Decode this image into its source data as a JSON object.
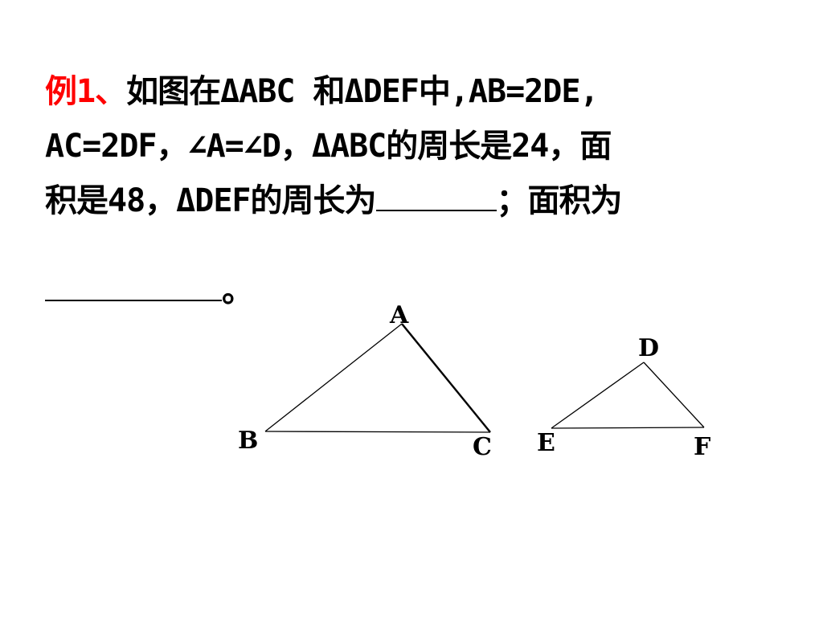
{
  "problem": {
    "label": "例1、",
    "line1": "如图在ΔABC 和ΔDEF中,AB=2DE,",
    "line2": "AC=2DF，∠A=∠D，ΔABC的周长是24，面",
    "line3_a": "积是48，ΔDEF的周长为",
    "line3_b": "；面积为",
    "line4_end": "。"
  },
  "figure": {
    "triangle_abc": {
      "A": "A",
      "B": "B",
      "C": "C"
    },
    "triangle_def": {
      "D": "D",
      "E": "E",
      "F": "F"
    }
  },
  "colors": {
    "label": "#ff0000",
    "text": "#000000",
    "background": "#ffffff"
  }
}
